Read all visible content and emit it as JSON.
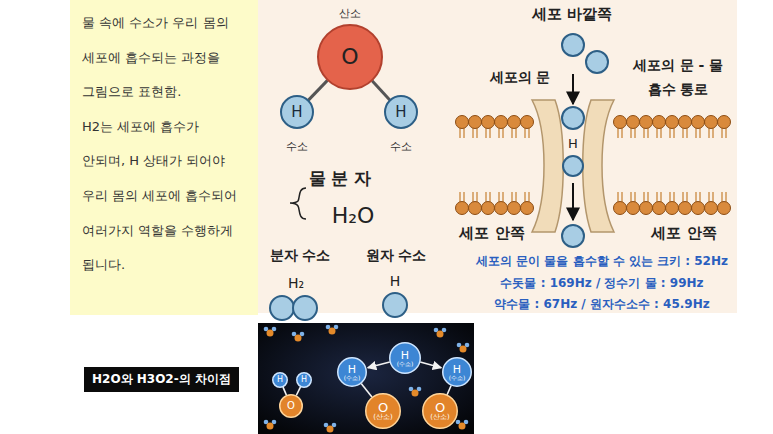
{
  "diagram": {
    "nodes": [
      {
        "text": [
          "물 속에 수소가 우리 몸의 세포에 흡수되는 과정을 그림으로 표현함.",
          "H2는 세포에 흡수가 안되며, H 상태가 되어야 우리 몸의 세포에 흡수되어 여러가지 역할을 수행하게 됩니다."
        ]
      },
      {
        "text": [
          "산소",
          "O"
        ]
      },
      {
        "text": [
          "H",
          "수소"
        ]
      },
      {
        "text": [
          "H",
          "수소"
        ]
      },
      {
        "text": [
          "H"
        ]
      },
      {
        "text": [
          "H2O와 H3O2-의 차이점"
        ]
      },
      {
        "text": [
          "O"
        ]
      },
      {
        "text": [
          "H"
        ]
      },
      {
        "text": [
          "H"
        ]
      },
      {
        "text": [
          "H",
          "(수소)"
        ]
      },
      {
        "text": [
          "H",
          "(수소)"
        ]
      },
      {
        "text": [
          "H",
          "(수소)"
        ]
      },
      {
        "text": [
          "O",
          "(산소)"
        ]
      },
      {
        "text": [
          "O",
          "(산소)"
        ]
      }
    ],
    "edges": [
      {
        "from": 1,
        "to": 2,
        "arrow": "none"
      },
      {
        "from": 1,
        "to": 3,
        "arrow": "none"
      },
      {
        "from": 6,
        "to": 7,
        "arrow": "none"
      },
      {
        "from": 6,
        "to": 8,
        "arrow": "none"
      },
      {
        "from": 10,
        "to": 9,
        "arrow": "to"
      },
      {
        "from": 10,
        "to": 11,
        "arrow": "to"
      },
      {
        "from": 9,
        "to": 12,
        "arrow": "none"
      },
      {
        "from": 11,
        "to": 13,
        "arrow": "none"
      }
    ],
    "labels": [
      "물 분 자",
      "H₂O",
      "분자 수소",
      "원자 수소",
      "H₂",
      "H",
      "세포 바깥쪽",
      "세포의 문",
      "세포의 문 - 물 흡수 통로",
      "세포 안쪽",
      "세포 안쪽",
      "세포의 문이 물을 흡수할 수 있는 크키 : 52Hz",
      "수돗물 : 169Hz / 정수기 물 : 99Hz",
      "약수물 : 67Hz / 원자수소수 : 45.9Hz"
    ]
  }
}
